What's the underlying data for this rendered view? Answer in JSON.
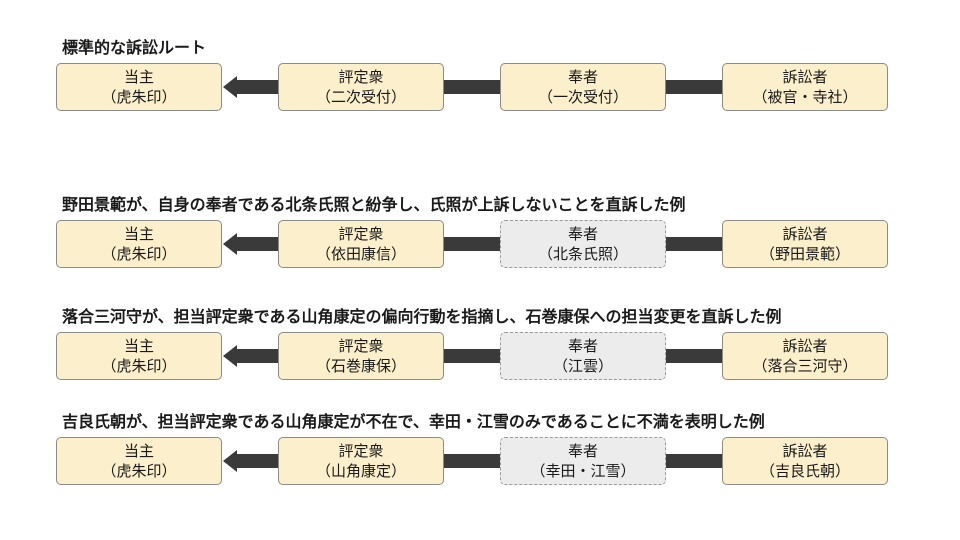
{
  "sections": [
    {
      "title": "標準的な訴訟ルート",
      "nodes": [
        {
          "name": "当主",
          "role": "（虎朱印）",
          "absent": false
        },
        {
          "name": "評定衆",
          "role": "（二次受付）",
          "absent": false
        },
        {
          "name": "奉者",
          "role": "（一次受付）",
          "absent": false
        },
        {
          "name": "訴訟者",
          "role": "（被官・寺社）",
          "absent": false
        }
      ]
    },
    {
      "title": "野田景範が、自身の奉者である北条氏照と紛争し、氏照が上訴しないことを直訴した例",
      "nodes": [
        {
          "name": "当主",
          "role": "（虎朱印）",
          "absent": false
        },
        {
          "name": "評定衆",
          "role": "（依田康信）",
          "absent": false
        },
        {
          "name": "奉者",
          "role": "（北条氏照）",
          "absent": true
        },
        {
          "name": "訴訟者",
          "role": "（野田景範）",
          "absent": false
        }
      ]
    },
    {
      "title": "落合三河守が、担当評定衆である山角康定の偏向行動を指摘し、石巻康保への担当変更を直訴した例",
      "nodes": [
        {
          "name": "当主",
          "role": "（虎朱印）",
          "absent": false
        },
        {
          "name": "評定衆",
          "role": "（石巻康保）",
          "absent": false
        },
        {
          "name": "奉者",
          "role": "（江雲）",
          "absent": true
        },
        {
          "name": "訴訟者",
          "role": "（落合三河守）",
          "absent": false
        }
      ]
    },
    {
      "title": "吉良氏朝が、担当評定衆である山角康定が不在で、幸田・江雪のみであることに不満を表明した例",
      "nodes": [
        {
          "name": "当主",
          "role": "（虎朱印）",
          "absent": false
        },
        {
          "name": "評定衆",
          "role": "（山角康定）",
          "absent": false
        },
        {
          "name": "奉者",
          "role": "（幸田・江雪）",
          "absent": true
        },
        {
          "name": "訴訟者",
          "role": "（吉良氏朝）",
          "absent": false
        }
      ]
    }
  ],
  "colors": {
    "node_fill": "#fcefcb",
    "absent_fill": "#ececec",
    "connector": "#3a3a3a"
  }
}
